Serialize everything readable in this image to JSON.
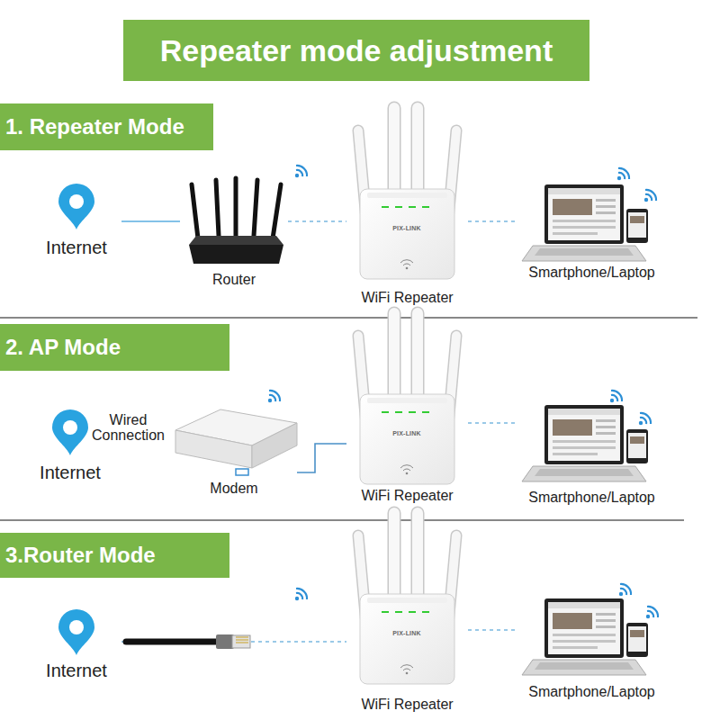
{
  "diagram": {
    "title": "Repeater mode adjustment",
    "nodes": [
      {
        "text": [
          "1. Repeater Mode"
        ]
      },
      {
        "text": [
          "Internet"
        ]
      },
      {
        "text": [
          "Router"
        ]
      },
      {
        "text": [
          "WiFi Repeater"
        ]
      },
      {
        "text": [
          "Smartphone/Laptop"
        ]
      },
      {
        "text": [
          "2. AP Mode"
        ]
      },
      {
        "text": [
          "Internet"
        ]
      },
      {
        "text": [
          "Modem"
        ]
      },
      {
        "text": [
          "WiFi Repeater"
        ]
      },
      {
        "text": [
          "Smartphone/Laptop"
        ]
      },
      {
        "text": [
          "3.Router Mode"
        ]
      },
      {
        "text": [
          "Internet"
        ]
      },
      {
        "text": [
          "WiFi Repeater"
        ]
      },
      {
        "text": [
          "Smartphone/Laptop"
        ]
      }
    ],
    "edges": [
      {
        "from": 1,
        "to": 2,
        "arrow": "none"
      },
      {
        "from": 2,
        "to": 3,
        "arrow": "none"
      },
      {
        "from": 3,
        "to": 4,
        "arrow": "none"
      },
      {
        "from": 7,
        "to": 8,
        "arrow": "none"
      },
      {
        "from": 8,
        "to": 9,
        "arrow": "none"
      },
      {
        "from": 11,
        "to": 12,
        "arrow": "none"
      },
      {
        "from": 12,
        "to": 13,
        "arrow": "none"
      }
    ],
    "labels": [
      "Wired Connection",
      "PIX-LINK",
      "PIX-LINK",
      "PIX-LINK"
    ]
  }
}
